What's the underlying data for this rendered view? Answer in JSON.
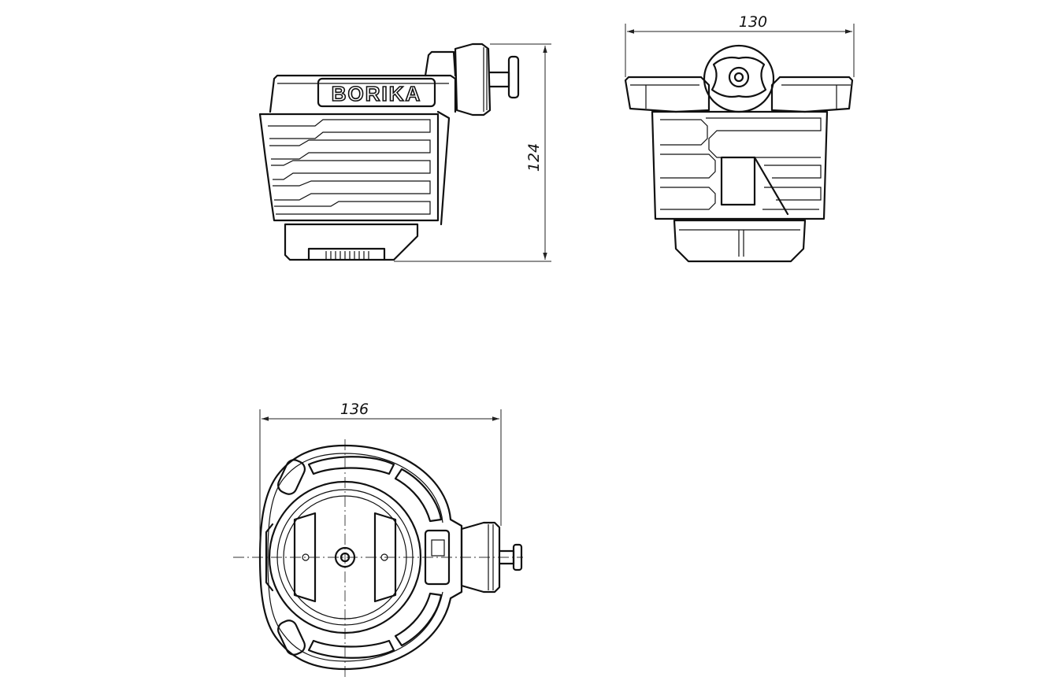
{
  "brand": "BORIKA",
  "dimensions": {
    "height": "124",
    "width_front": "130",
    "width_top": "136"
  },
  "stroke_color": "#111111",
  "background_color": "#ffffff"
}
